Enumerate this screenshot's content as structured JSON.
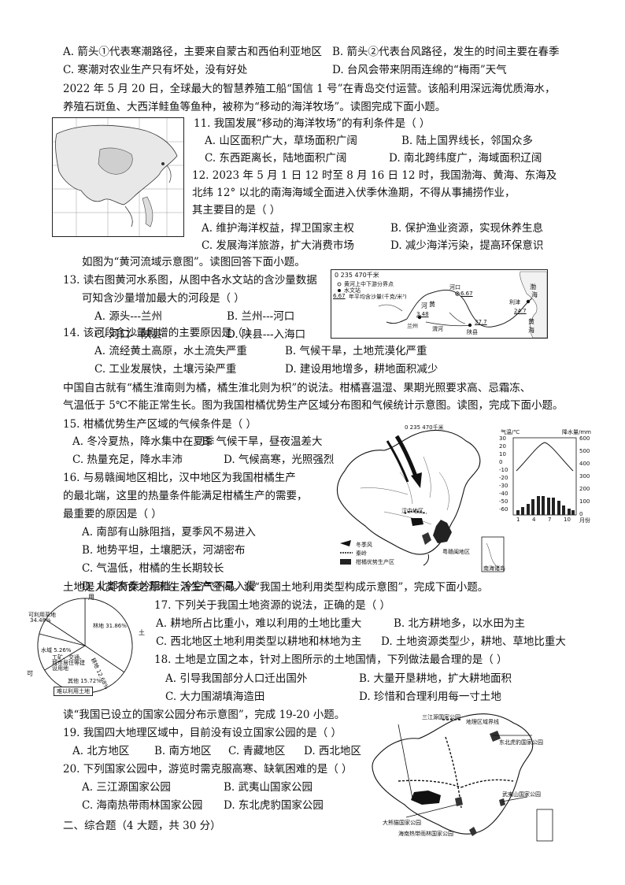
{
  "q10": {
    "a": "A. 箭头①代表寒潮路径，主要来自蒙古和西伯利亚地区",
    "b": "B. 箭头②代表台风路径，发生的时间主要在春季",
    "c": "C. 寒潮对农业生产只有坏处，没有好处",
    "d": "D. 台风会带来阴雨连绵的“梅雨”天气"
  },
  "intro_11": [
    "2022 年 5 月 20 日，全球最大的智慧养殖工船“国信 1 号”在青岛交付运营。该船利用深远海优质海水，",
    "养殖石斑鱼、大西洋鲑鱼等鱼种，被称为“移动的海洋牧场”。读图完成下面小题。"
  ],
  "q11": {
    "stem": "11. 我国发展“移动的海洋牧场”的有利条件是（       ）",
    "a": "A. 山区面积广大，草场面积广阔",
    "b": "B. 陆上国界线长，邻国众多",
    "c": "C. 东西距离长，陆地面积广阔",
    "d": "D. 南北跨纬度广，海域面积辽阔"
  },
  "q12": {
    "stem1": "12. 2023 年 5 月 1 日 12 时至 8 月 16 日 12 时，我国渤海、黄海、东海及",
    "stem2": "北纬 12° 以北的南海海域全面进入伏季休渔期，不得从事捕捞作业，",
    "stem3": "其主要目的是（       ）",
    "a": "A. 维护海洋权益，捍卫国家主权",
    "b": "B. 保护渔业资源，实现休养生息",
    "c": "C. 发展海洋旅游，扩大消费市场",
    "d": "D. 减少海洋污染，提高环保意识"
  },
  "intro_13": "如图为“黄河流域示意图”。读图回答下面小题。",
  "q13": {
    "stem1": "13.   读右图黄河水系图，从图中各水文站的含沙量数据",
    "stem2": "可知含沙量增加最大的河段是（       ）",
    "a": "A. 源头---兰州",
    "b": "B. 兰州---河口",
    "c": "C. 河口---陕县",
    "d": "D. 陕县---入海口"
  },
  "q14": {
    "stem": "14. 该河段含沙量剧增的主要原因是（       ）",
    "a": "A. 流经黄土高原，水土流失严重",
    "b": "B. 气候干旱，土地荒漠化严重",
    "c": "C. 工业发展快，土壤污染严重",
    "d": "D. 建设用地增多，耕地面积减少"
  },
  "intro_15": [
    "中国自古就有“橘生淮南则为橘，橘生淮北则为枳”的说法。柑橘喜温湿、果期光照要求高、忌霜冻、",
    "气温低于 5℃不能正常生长。图为我国柑橘优势生产区域分布图和气候统计示意图。读图，完成下面小题。"
  ],
  "q15": {
    "stem": "15. 柑橘优势生产区域的气候条件是（       ）",
    "a": "A. 冬冷夏热，降水集中在夏季",
    "b": "B. 气候干旱，昼夜温差大",
    "c": "C. 热量充足，降水丰沛",
    "d": "D. 气候高寒，光照强烈"
  },
  "q16": {
    "stem1": "16. 与易赣闽地区相比，汉中地区为我国柑橘生产",
    "stem2": "的最北端，这里的热量条件能满足柑橘生产的需要，",
    "stem3": "最重要的原因是（       ）",
    "a": "A. 南部有山脉阻挡，夏季风不易进入",
    "b": "B. 地势平坦，土壤肥沃，河湖密布",
    "c": "C. 气温低，柑橘的生长期较长",
    "d": "D. 北部有秦岭阻挡，冷空气不易入侵"
  },
  "intro_17": "土地是人类衣食之源和生活生产空间。读“我国土地利用类型构成示意图”，完成下面小题。",
  "q17": {
    "stem": "17. 下列关于我国土地资源的说法，正确的是（       ）",
    "a": "A. 耕地所占比重小，难以利用的土地比重大",
    "b": "B. 北方耕地多，以水田为主",
    "c": "C. 西北地区土地利用类型以耕地和林地为主",
    "d": "D. 土地资源类型少，耕地、草地比重大"
  },
  "q18": {
    "stem": "18. 土地是立国之本，针对上图所示的土地国情，下列做法最合理的是（       ）",
    "a": "A.   引导我国部分人口迁出国外",
    "b": "B.   大量开垦耕地，扩大耕地面积",
    "c": "C.   大力围湖填海造田",
    "d": "D.   珍惜和合理利用每一寸土地"
  },
  "intro_19": "读“我国已设立的国家公园分布示意图”，完成 19-20 小题。",
  "q19": {
    "stem": "19. 我国四大地理区域中，目前没有设立国家公园的是（       ）",
    "a": "A. 北方地区",
    "b": "B. 南方地区",
    "c": "C. 青藏地区",
    "d": "D. 西北地区"
  },
  "q20": {
    "stem": "20. 下列国家公园中，游览时需克服高寒、缺氧困难的是（       ）",
    "a": "A. 三江源国家公园",
    "b": "B. 武夷山国家公园",
    "c": "C. 海南热带雨林国家公园",
    "d": "D. 东北虎豹国家公园"
  },
  "section2": "二、综合题（4 大题，共 30 分）",
  "yellow_river_map": {
    "scale": "0      235     470千米",
    "legend_boundary": "黄河上中下游分界点",
    "legend_station": "水文站",
    "legend_value_sample": "6.67",
    "legend_value_desc": "年平均含沙量(千克/米³)",
    "lanzhou": "兰州",
    "lanzhou_value": "3.48",
    "hekou": "河口",
    "hekou_value": "6.67",
    "shanxian": "陕县",
    "shanxian_value": "37.7",
    "lijin": "利津",
    "lijin_value": "24.7",
    "huang": "黄",
    "he": "河",
    "weishui": "渭河",
    "bo": "渤",
    "hai": "海",
    "huanghai": "黄海"
  },
  "citrus_map": {
    "scale": "0     235    470千米",
    "hanzhong": "汉中地区",
    "gan_min": "粤赣闽地区",
    "legend_monsoon": "冬季风",
    "legend_qinling": "秦岭",
    "legend_citrus": "柑橘优势生产区",
    "nanhai": "南海诸岛"
  },
  "climate_chart": {
    "temp_label": "气温/℃",
    "precip_label": "降水量/mm",
    "temp_ticks": [
      "30",
      "20",
      "10",
      "0",
      "-10",
      "-20",
      "-30",
      "-40",
      "-50",
      "-60"
    ],
    "precip_ticks": [
      "600",
      "500",
      "400",
      "300",
      "200",
      "100",
      "0"
    ],
    "month_ticks": [
      "1",
      "4",
      "7",
      "10"
    ],
    "month_unit": "月份"
  },
  "chart_data": {
    "type": "pie",
    "title": "",
    "top_label": "用",
    "side_right": "土",
    "side_left": "可",
    "bottom_label": "难以利用土地",
    "slices": [
      {
        "label": "可利用草地",
        "value": 34.48,
        "text": "34.48%"
      },
      {
        "label": "林地",
        "value": 31.86,
        "text": "林地 31.86%"
      },
      {
        "label": "耕地",
        "value": 12.68,
        "text": "耕地 12.68%"
      },
      {
        "label": "水域 5.26%",
        "value": 5.26,
        "text": "水域 5.26%"
      },
      {
        "label": "工矿、交通、城市居住等建设用地",
        "value": 15.72,
        "text": "其他 15.72%"
      }
    ]
  },
  "park_map": {
    "sanjiangyuan": "三江源国家公园",
    "boundary": "地理区域界线",
    "dongbeihubao": "东北虎豹国家公园",
    "wuyishan": "武夷山国家公园",
    "daxiongmao": "大熊猫国家公园",
    "hainan": "海南热带雨林国家公园"
  },
  "asia_map": {
    "label": ""
  }
}
